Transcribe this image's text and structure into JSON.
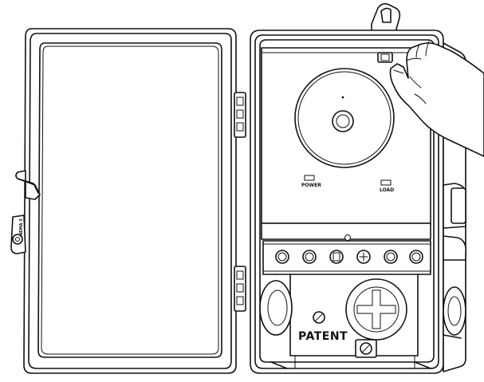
{
  "labels": {
    "power": "POWER",
    "load": "LOAD",
    "patent": "PATENT",
    "door_tab": "NEMA 3"
  }
}
